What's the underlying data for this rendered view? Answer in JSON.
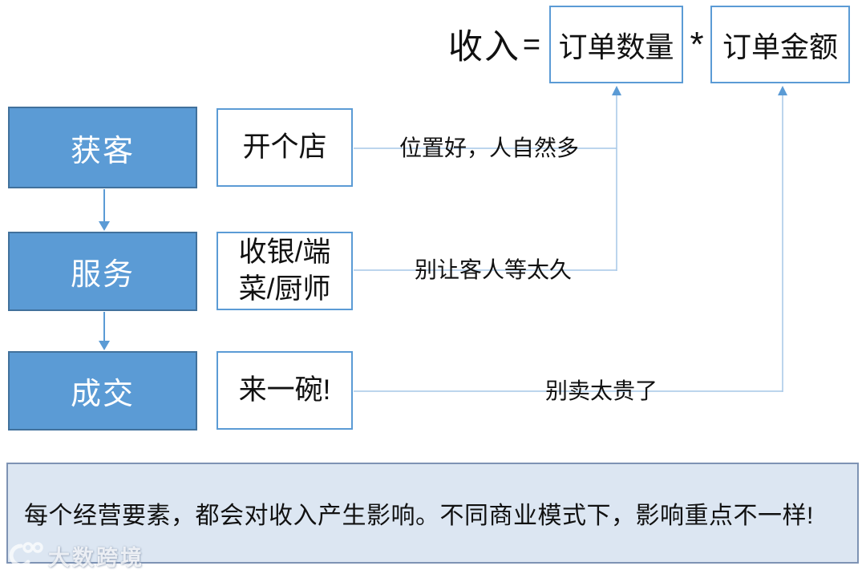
{
  "equation": {
    "lhs": "收入",
    "equals_sign": "=",
    "multiply_sign": "*",
    "factor1": "订单数量",
    "factor2": "订单金额"
  },
  "funnel": [
    {
      "stage": "获客",
      "action": "开个店",
      "note": "位置好，人自然多"
    },
    {
      "stage": "服务",
      "action": "收银/端菜/厨师",
      "note": "别让客人等太久"
    },
    {
      "stage": "成交",
      "action": "来一碗!",
      "note": "别卖太贵了"
    }
  ],
  "banner": {
    "text": "每个经营要素，都会对收入产生影响。不同商业模式下，影响重点不一样!"
  },
  "watermark": {
    "text": "大数跨境"
  },
  "colors": {
    "accent": "#5b9bd5",
    "accent_dark": "#41719c",
    "connector": "#a6c7e7",
    "banner_fill": "#dce6f2",
    "banner_border": "#7e93b4"
  }
}
